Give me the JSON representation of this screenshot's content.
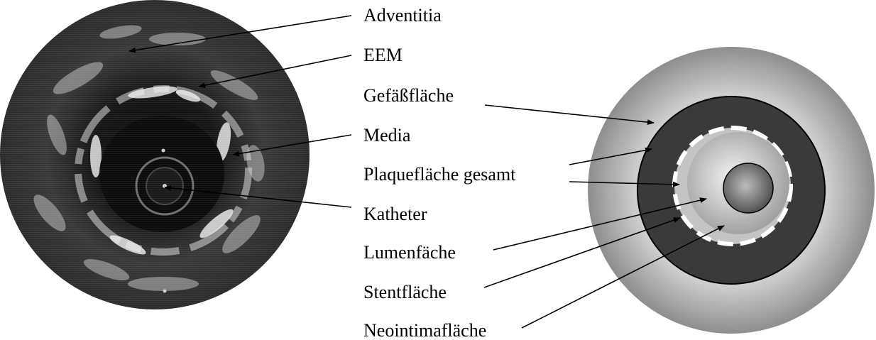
{
  "labels": {
    "adventitia": "Adventitia",
    "eem": "EEM",
    "gefaessflaeche": "Gefäßfläche",
    "media": "Media",
    "plaqueflaeche": "Plaquefläche gesamt",
    "katheter": "Katheter",
    "lumenflaeche": "Lumenfäche",
    "stentflaeche": "Stentfläche",
    "neointimaflaeche": "Neointimafläche"
  },
  "colors": {
    "ivus_background": "#2a2a2a",
    "adventitia_gradient_outer": "#8a8a8a",
    "adventitia_gradient_inner": "#e8e8e8",
    "vessel_ring": "#3a3a3a",
    "stent_dash": "#ffffff",
    "neointima": "#bfbfbf",
    "lumen_core": "#5a5a5a"
  }
}
